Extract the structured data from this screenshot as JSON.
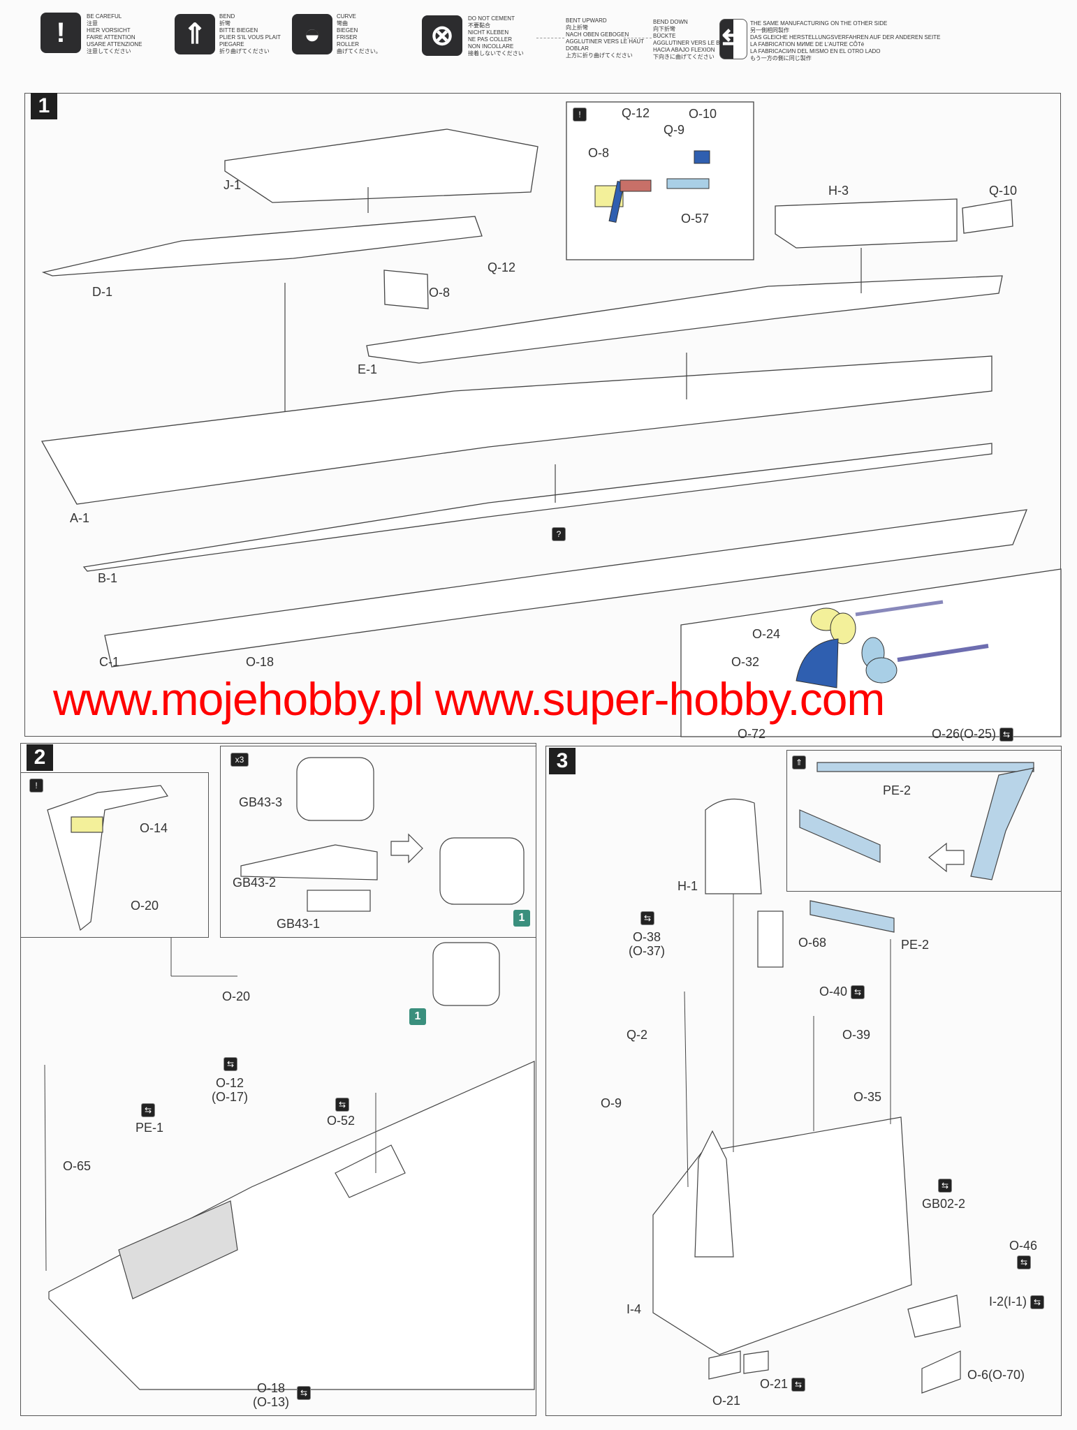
{
  "legend": [
    {
      "icon": "exclamation-icon",
      "glyph": "!",
      "text": "BE CAREFUL\n注意\nHIER VORSICHT\nFAIRE ATTENTION\nUSARE ATTENZIONE\n注意してください"
    },
    {
      "icon": "bend-icon",
      "glyph": "⇑",
      "text": "BEND\n折彎\nBITTE BIEGEN\nPLIER S'IL VOUS PLAIT\nPIEGARE\n折り曲げてください"
    },
    {
      "icon": "curve-icon",
      "glyph": "◒",
      "text": "CURVE\n彎曲\nBIEGEN\nFRISER\nROLLER\n曲げてください。"
    },
    {
      "icon": "do-not-cement-icon",
      "glyph": "⊗",
      "text": "DO NOT CEMENT\n不要黏合\nNICHT KLEBEN\nNE PAS COLLER\nNON INCOLLARE\n接着しないでください"
    },
    {
      "icon": "bent-upward-line",
      "glyph": "",
      "text": "BENT UPWARD\n向上折彎\nNACH OBEN GEBOGEN\nAGGLUTINER VERS LE HAUT\nDOBLAR\n上方に折り曲げてください"
    },
    {
      "icon": "bend-down-line",
      "glyph": "",
      "text": "BEND DOWN\n向下折彎\nBÜCKTE\nAGGLUTINER VERS LE BAS\nHACIA ABAJO FLEXION\n下向きに曲げてください"
    },
    {
      "icon": "mirror-side-icon",
      "glyph": "⇆",
      "text": "THE SAME MANUFACTURING ON THE OTHER SIDE\n另一側相同製作\nDAS GLEICHE HERSTELLUNGSVERFAHREN AUF DER ANDEREN SEITE\nLA FABRICATION MИME DE L'AUTRE CÔTé\nLA FABRICACIИN DEL MISMO EN EL OTRO LADO\nもう一方の側に同じ製作"
    }
  ],
  "step1": {
    "number": "1",
    "parts": {
      "j1": "J-1",
      "d1": "D-1",
      "q12": "Q-12",
      "o8": "O-8",
      "e1": "E-1",
      "a1": "A-1",
      "b1": "B-1",
      "c1": "C-1",
      "o18": "O-18",
      "h3": "H-3",
      "q10": "Q-10"
    },
    "inset": {
      "q12": "Q-12",
      "o10": "O-10",
      "q9": "Q-9",
      "o8": "O-8",
      "o57": "O-57"
    },
    "propeller_inset": {
      "o24": "O-24",
      "o32": "O-32",
      "o72": "O-72",
      "o26": "O-26(O-25)"
    },
    "colors": {
      "yellow": "#f3f09a",
      "blue": "#2f5fb0",
      "light_blue": "#a9cfe6",
      "red": "#c87068"
    }
  },
  "step2": {
    "number": "2",
    "multiplier": "x3",
    "parts": {
      "o14": "O-14",
      "o20a": "O-20",
      "gb433": "GB43-3",
      "gb432": "GB43-2",
      "gb431": "GB43-1",
      "badge": "1",
      "o20b": "O-20",
      "badge2": "1",
      "o12": "O-12\n(O-17)",
      "pe1": "PE-1",
      "o52": "O-52",
      "o65": "O-65",
      "o18": "O-18\n(O-13)"
    }
  },
  "step3": {
    "number": "3",
    "parts": {
      "pe2a": "PE-2",
      "h1": "H-1",
      "o68": "O-68",
      "pe2b": "PE-2",
      "o38": "O-38\n(O-37)",
      "o40": "O-40",
      "q2": "Q-2",
      "o39": "O-39",
      "o9": "O-9",
      "o35": "O-35",
      "gb022": "GB02-2",
      "o46": "O-46",
      "i2": "I-2(I-1)",
      "i4": "I-4",
      "o21a": "O-21",
      "o21b": "O-21",
      "o6": "O-6(O-70)"
    }
  },
  "watermark": "www.mojehobby.pl www.super-hobby.com"
}
